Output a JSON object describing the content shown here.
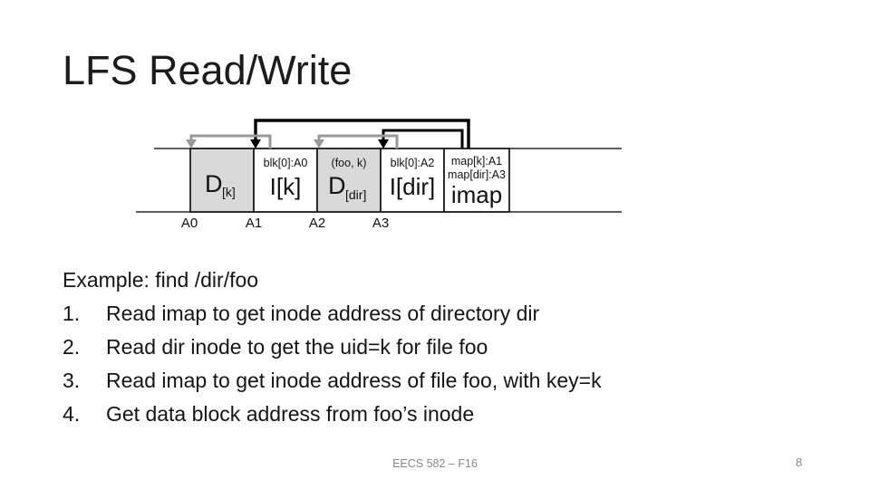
{
  "slide": {
    "title": "LFS Read/Write",
    "example_line": "Example: find /dir/foo",
    "steps": [
      {
        "num": "1.",
        "text": "Read imap to get inode address of directory dir"
      },
      {
        "num": "2.",
        "text": "Read dir inode to get the uid=k for file foo"
      },
      {
        "num": "3.",
        "text": "Read imap to get inode address of file foo, with key=k"
      },
      {
        "num": "4.",
        "text": "Get data block address from foo’s inode"
      }
    ],
    "footer": {
      "course": "EECS 582 – F16",
      "page_number": "8"
    }
  },
  "diagram": {
    "blocks": {
      "dk": {
        "main": "D",
        "sub": "[k]",
        "fill": "#d9d9d9"
      },
      "ik": {
        "note": "blk[0]:A0",
        "main": "I[k]",
        "fill": "#ffffff"
      },
      "ddir": {
        "note": "(foo, k)",
        "main": "D",
        "sub": "[dir]",
        "fill": "#d9d9d9"
      },
      "idir": {
        "note": "blk[0]:A2",
        "main": "I[dir]",
        "fill": "#ffffff"
      },
      "imap": {
        "note1": "map[k]:A1",
        "note2": "map[dir]:A3",
        "main": "imap",
        "fill": "#ffffff"
      }
    },
    "addresses": [
      "A0",
      "A1",
      "A2",
      "A3"
    ],
    "colors": {
      "arrow_black": "#000000",
      "arrow_gray": "#999999",
      "border": "#1f1f1f",
      "block_gray": "#d9d9d9"
    }
  }
}
